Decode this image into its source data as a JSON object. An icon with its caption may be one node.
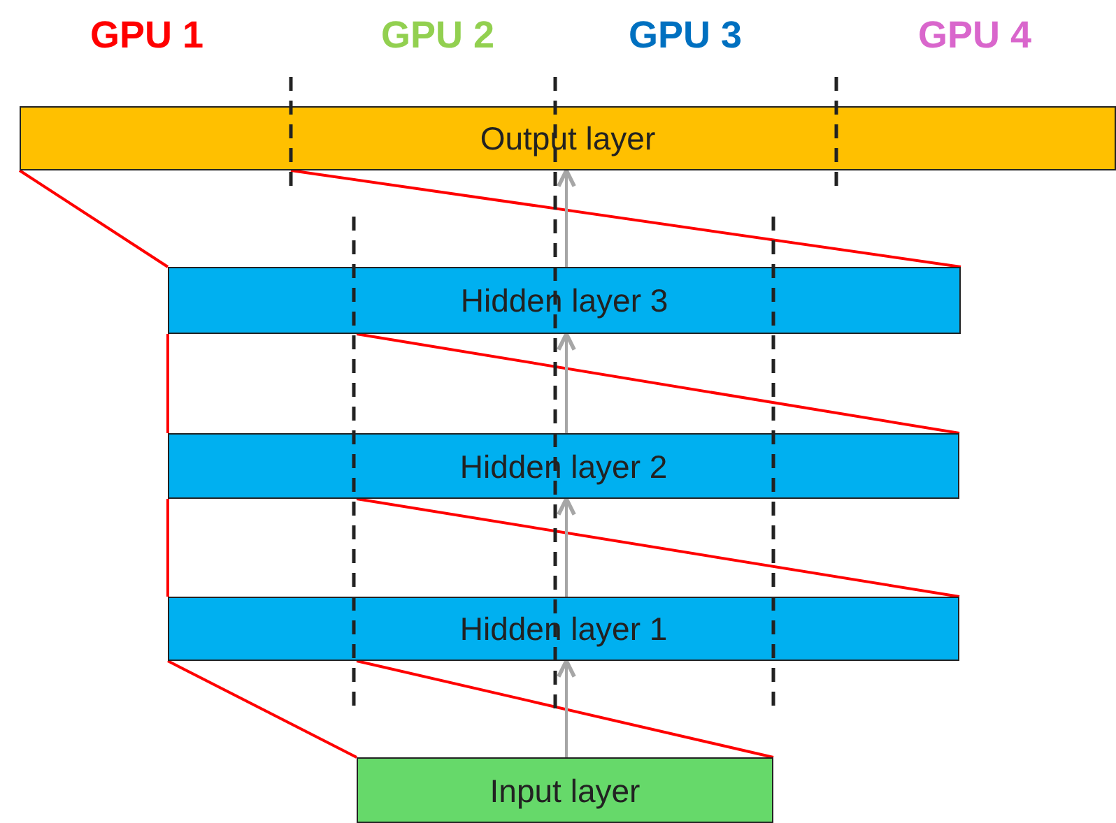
{
  "diagram": {
    "nodes": [
      {
        "text": [
          "Output layer"
        ]
      },
      {
        "text": [
          "Hidden layer 3"
        ]
      },
      {
        "text": [
          "Hidden layer 2"
        ]
      },
      {
        "text": [
          "Hidden layer 1"
        ]
      },
      {
        "text": [
          "Input layer"
        ]
      }
    ],
    "edges": [
      {
        "from": 0,
        "to": 1,
        "arrow": "none"
      },
      {
        "from": 0,
        "to": 1,
        "arrow": "none"
      },
      {
        "from": 1,
        "to": 2,
        "arrow": "none"
      },
      {
        "from": 1,
        "to": 2,
        "arrow": "none"
      },
      {
        "from": 2,
        "to": 3,
        "arrow": "none"
      },
      {
        "from": 2,
        "to": 3,
        "arrow": "none"
      },
      {
        "from": 3,
        "to": 4,
        "arrow": "none"
      },
      {
        "from": 3,
        "to": 4,
        "arrow": "none"
      },
      {
        "from": 4,
        "to": 3,
        "arrow": "to",
        "color": "#a6a6a6"
      },
      {
        "from": 3,
        "to": 2,
        "arrow": "to",
        "color": "#a6a6a6"
      },
      {
        "from": 2,
        "to": 1,
        "arrow": "to",
        "color": "#a6a6a6"
      },
      {
        "from": 1,
        "to": 0,
        "arrow": "to",
        "color": "#a6a6a6"
      }
    ],
    "labels": [
      "GPU 1",
      "GPU 2",
      "GPU 3",
      "GPU 4"
    ]
  }
}
